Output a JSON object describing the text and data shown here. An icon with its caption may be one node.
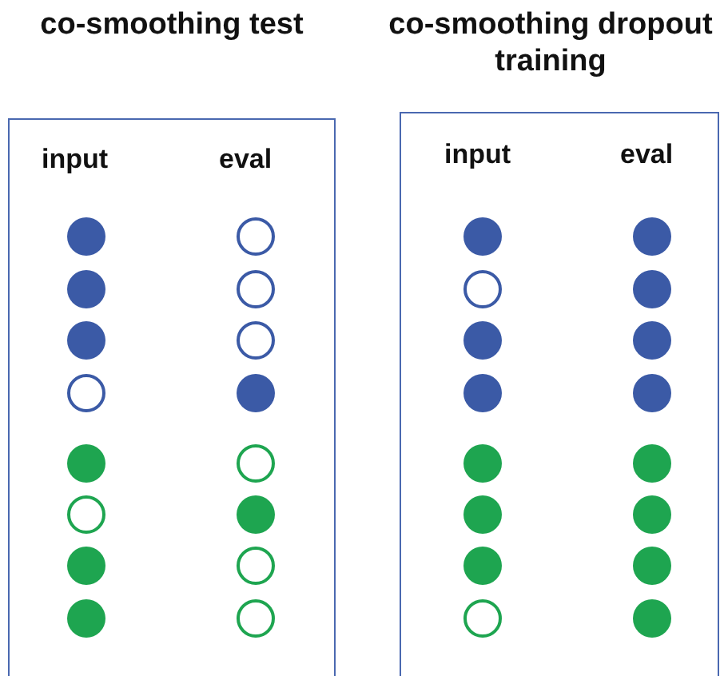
{
  "diagram": {
    "nodes": [
      {
        "text": [
          "co-smoothing test",
          "input",
          "eval"
        ]
      },
      {
        "text": [],
        "shape": "disc",
        "in": 0
      },
      {
        "text": [],
        "shape": "circle",
        "in": 0
      },
      {
        "text": [],
        "shape": "disc",
        "in": 0
      },
      {
        "text": [],
        "shape": "circle",
        "in": 0
      },
      {
        "text": [],
        "shape": "disc",
        "in": 0
      },
      {
        "text": [],
        "shape": "circle",
        "in": 0
      },
      {
        "text": [],
        "shape": "circle",
        "in": 0
      },
      {
        "text": [],
        "shape": "disc",
        "in": 0
      },
      {
        "text": [],
        "shape": "disc",
        "in": 0
      },
      {
        "text": [],
        "shape": "circle",
        "in": 0
      },
      {
        "text": [],
        "shape": "circle",
        "in": 0
      },
      {
        "text": [],
        "shape": "disc",
        "in": 0
      },
      {
        "text": [],
        "shape": "disc",
        "in": 0
      },
      {
        "text": [],
        "shape": "circle",
        "in": 0
      },
      {
        "text": [],
        "shape": "disc",
        "in": 0
      },
      {
        "text": [],
        "shape": "circle",
        "in": 0
      },
      {
        "text": [
          "co-smoothing dropout training",
          "input",
          "eval"
        ]
      },
      {
        "text": [],
        "shape": "disc",
        "in": 17
      },
      {
        "text": [],
        "shape": "disc",
        "in": 17
      },
      {
        "text": [],
        "shape": "circle",
        "in": 17
      },
      {
        "text": [],
        "shape": "disc",
        "in": 17
      },
      {
        "text": [],
        "shape": "disc",
        "in": 17
      },
      {
        "text": [],
        "shape": "disc",
        "in": 17
      },
      {
        "text": [],
        "shape": "disc",
        "in": 17
      },
      {
        "text": [],
        "shape": "disc",
        "in": 17
      },
      {
        "text": [],
        "shape": "disc",
        "in": 17
      },
      {
        "text": [],
        "shape": "disc",
        "in": 17
      },
      {
        "text": [],
        "shape": "disc",
        "in": 17
      },
      {
        "text": [],
        "shape": "disc",
        "in": 17
      },
      {
        "text": [],
        "shape": "disc",
        "in": 17
      },
      {
        "text": [],
        "shape": "disc",
        "in": 17
      },
      {
        "text": [],
        "shape": "circle",
        "in": 17
      },
      {
        "text": [],
        "shape": "disc",
        "in": 17
      }
    ]
  }
}
